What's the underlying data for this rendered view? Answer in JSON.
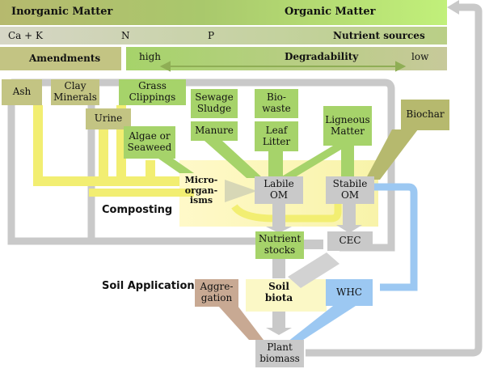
{
  "colors": {
    "grey": "#c9c9c9",
    "olive": "#c3c483",
    "olive_dark": "#b6b96e",
    "green": "#a6d36a",
    "green_light": "#c1e38f",
    "yellow": "#f2ee72",
    "yellow_pale": "#fbf8c6",
    "blue": "#9cc8f2",
    "tan": "#c8a993"
  },
  "header": {
    "inorganic": "Inorganic Matter",
    "organic": "Organic Matter"
  },
  "nutrients": {
    "ca_k": "Ca + K",
    "n": "N",
    "p": "P",
    "label": "Nutrient sources"
  },
  "amendments": "Amendments",
  "degradability": {
    "label": "Degradability",
    "high": "high",
    "low": "low"
  },
  "inputs": {
    "ash": "Ash",
    "clay": "Clay\nMinerals",
    "grass": "Grass\nClippings",
    "urine": "Urine",
    "algae": "Algae or\nSeaweed",
    "sewage": "Sewage\nSludge",
    "manure": "Manure",
    "biowaste": "Bio-\nwaste",
    "leaf": "Leaf\nLitter",
    "ligneous": "Ligneous\nMatter",
    "biochar": "Biochar"
  },
  "process": {
    "micro": "Micro-\norgan-\nisms",
    "labile": "Labile\nOM",
    "stabile": "Stabile\nOM",
    "composting": "Composting",
    "nutrient_stocks": "Nutrient\nstocks",
    "cec": "CEC",
    "soil_application": "Soil Application",
    "aggregation": "Aggre-\ngation",
    "soil_biota": "Soil\nbiota",
    "whc": "WHC",
    "plant": "Plant\nbiomass"
  }
}
